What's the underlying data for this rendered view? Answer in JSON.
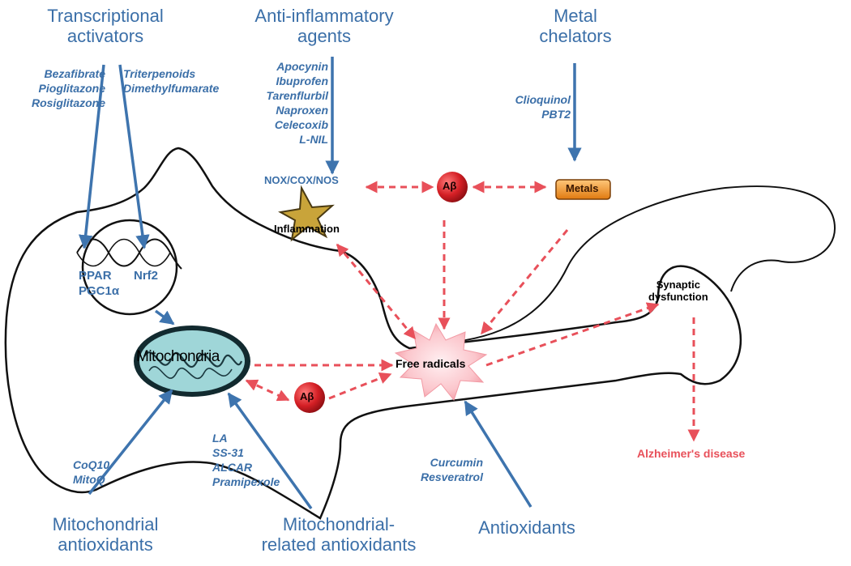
{
  "headings": {
    "transcriptional_activators": "Transcriptional\nactivators",
    "anti_inflammatory_agents": "Anti-inflammatory\nagents",
    "metal_chelators": "Metal\nchelators",
    "mitochondrial_antioxidants": "Mitochondrial\nantioxidants",
    "mitochondrial_related_antioxidants": "Mitochondrial-\nrelated antioxidants",
    "antioxidants": "Antioxidants"
  },
  "drugs": {
    "transcriptional_left": [
      "Bezafibrate",
      "Pioglitazone",
      "Rosiglitazone"
    ],
    "transcriptional_right": [
      "Triterpenoids",
      "Dimethylfumarate"
    ],
    "anti_inflammatory": [
      "Apocynin",
      "Ibuprofen",
      "Tarenflurbil",
      "Naproxen",
      "Celecoxib",
      "L-NIL"
    ],
    "metal_chelators": [
      "Clioquinol",
      "PBT2"
    ],
    "mitochondrial_antioxidants": [
      "CoQ10",
      "MitoQ"
    ],
    "mitochondrial_related": [
      "LA",
      "SS-31",
      "ALCAR",
      "Pramipexole"
    ],
    "antioxidants": [
      "Curcumin",
      "Resveratrol"
    ]
  },
  "nodes": {
    "nox_cox_nos": "NOX/COX/NOS",
    "abeta": "Aβ",
    "metals": "Metals",
    "inflammation": "Inflammation",
    "ppar": "PPAR",
    "pgc1a": "PGC1α",
    "nrf2": "Nrf2",
    "mitochondria": "Mitochondria",
    "free_radicals": "Free radicals",
    "synaptic_dysfunction": "Synaptic\ndysfunction",
    "alzheimers_disease": "Alzheimer's disease"
  },
  "colors": {
    "heading_blue": "#3b6fa8",
    "arrow_blue": "#3e74ae",
    "dashed_red": "#e8505a",
    "abeta_red": "#d01f25",
    "metals_orange": "#f08a1e",
    "mito_teal": "#9fd6d8",
    "microglia_gold": "#c9a43a"
  }
}
